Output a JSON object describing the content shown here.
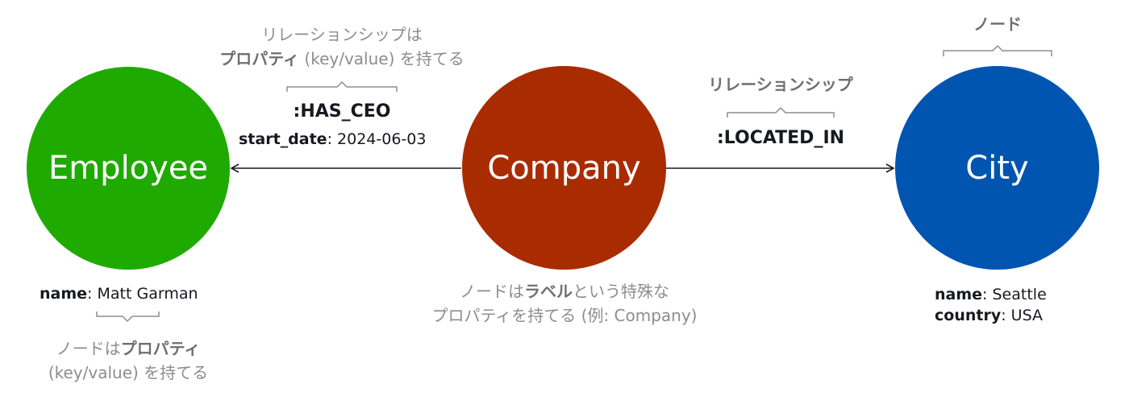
{
  "nodes": {
    "employee": {
      "label": "Employee",
      "color": "#1faa00"
    },
    "company": {
      "label": "Company",
      "color": "#a82c00"
    },
    "city": {
      "label": "City",
      "color": "#0055b0"
    }
  },
  "relationships": {
    "has_ceo": {
      "type": ":HAS_CEO",
      "prop_key": "start_date",
      "prop_sep": ": ",
      "prop_value": "2024-06-03"
    },
    "located_in": {
      "type": ":LOCATED_IN"
    }
  },
  "employee_props": [
    {
      "key": "name",
      "sep": ": ",
      "value": "Matt Garman"
    }
  ],
  "city_props": [
    {
      "key": "name",
      "sep": ": ",
      "value": "Seattle"
    },
    {
      "key": "country",
      "sep": ": ",
      "value": "USA"
    }
  ],
  "annotations": {
    "rel_props": {
      "line1": "リレーションシップは",
      "bold": "プロパティ",
      "rest": " (key/value) を持てる"
    },
    "relationship": {
      "text": "リレーションシップ"
    },
    "node": {
      "text": "ノード"
    },
    "label": {
      "pre": "ノードは",
      "bold": "ラベル",
      "post": "という特殊な",
      "line2": "プロパティを持てる (例: Company)"
    },
    "node_props": {
      "pre": "ノードは",
      "bold": "プロパティ",
      "line2": "(key/value) を持てる"
    }
  }
}
